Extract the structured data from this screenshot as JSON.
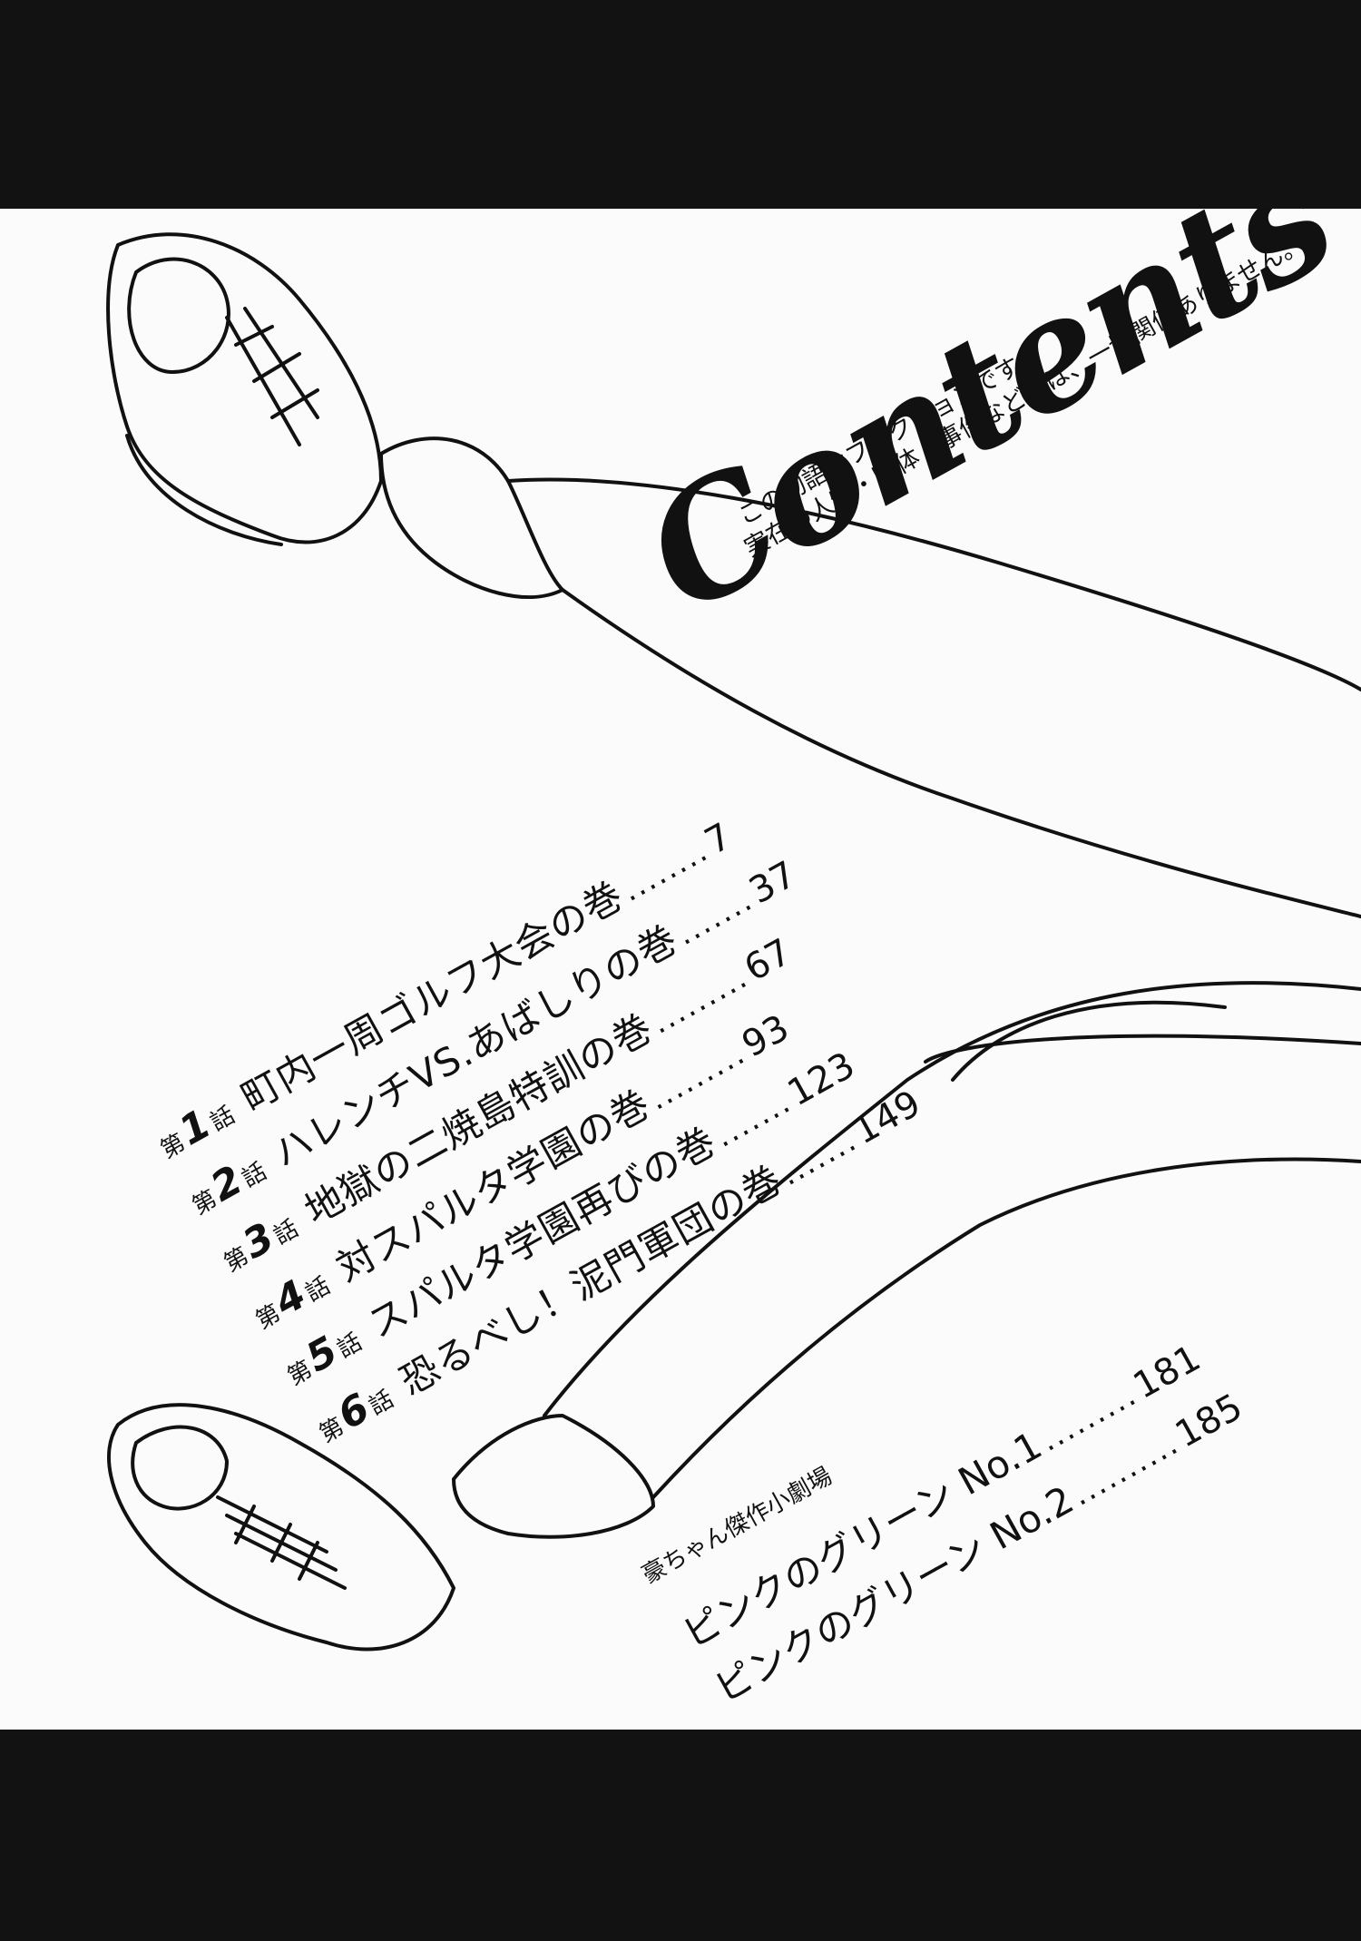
{
  "title": "Contents",
  "notice": {
    "line1": "この物語はフィクションです。",
    "line2": "実在の人物・団体・事件などには、一切関係ありません。"
  },
  "chapters": [
    {
      "prefix": "第",
      "number": "1",
      "suffix": "話",
      "title": "町内一周ゴルフ大会の巻",
      "dots": "........",
      "page": "7"
    },
    {
      "prefix": "第",
      "number": "2",
      "suffix": "話",
      "title": "ハレンチVS.あばしりの巻",
      "dots": ".......",
      "page": "37"
    },
    {
      "prefix": "第",
      "number": "3",
      "suffix": "話",
      "title": "地獄の二焼島特訓の巻",
      "dots": ".........",
      "page": "67"
    },
    {
      "prefix": "第",
      "number": "4",
      "suffix": "話",
      "title": "対スパルタ学園の巻",
      "dots": ".........",
      "page": "93"
    },
    {
      "prefix": "第",
      "number": "5",
      "suffix": "話",
      "title": "スパルタ学園再びの巻",
      "dots": ".......",
      "page": "123"
    },
    {
      "prefix": "第",
      "number": "6",
      "suffix": "話",
      "title": "恐るべし！泥門軍団の巻",
      "dots": ".......",
      "page": "149"
    }
  ],
  "bonus": {
    "subtitle": "豪ちゃん傑作小劇場",
    "items": [
      {
        "title": "ピンクのグリーン No.1",
        "dots": ".........",
        "page": "181"
      },
      {
        "title": "ピンクのグリーン No.2",
        "dots": "..........",
        "page": "185"
      }
    ]
  }
}
